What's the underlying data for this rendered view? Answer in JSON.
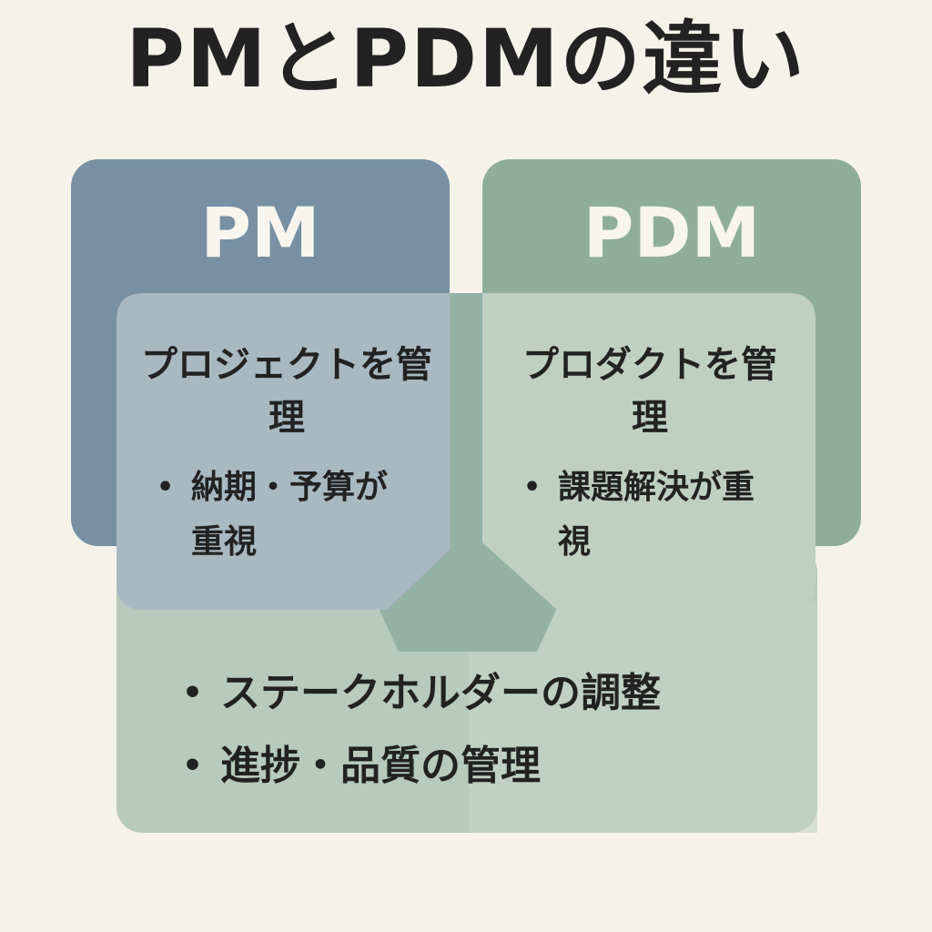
{
  "title": "PMとPDMの違い",
  "colors": {
    "background": "#f5f2ea",
    "pm": "#7790a3",
    "pdm": "#8fae98",
    "pm_card": "#a8b8c0",
    "pdm_card": "#bed0c2",
    "shared": "#b5c9bc",
    "overlap": "#96b3a7"
  },
  "pm": {
    "header": "PM",
    "card_title": "プロジェクトを管理",
    "point": "納期・予算が重視"
  },
  "pdm": {
    "header": "PDM",
    "card_title": "プロダクトを管理",
    "point": "課題解決が重視"
  },
  "shared": {
    "items": [
      "ステークホルダーの調整",
      "進捗・品質の管理"
    ]
  }
}
